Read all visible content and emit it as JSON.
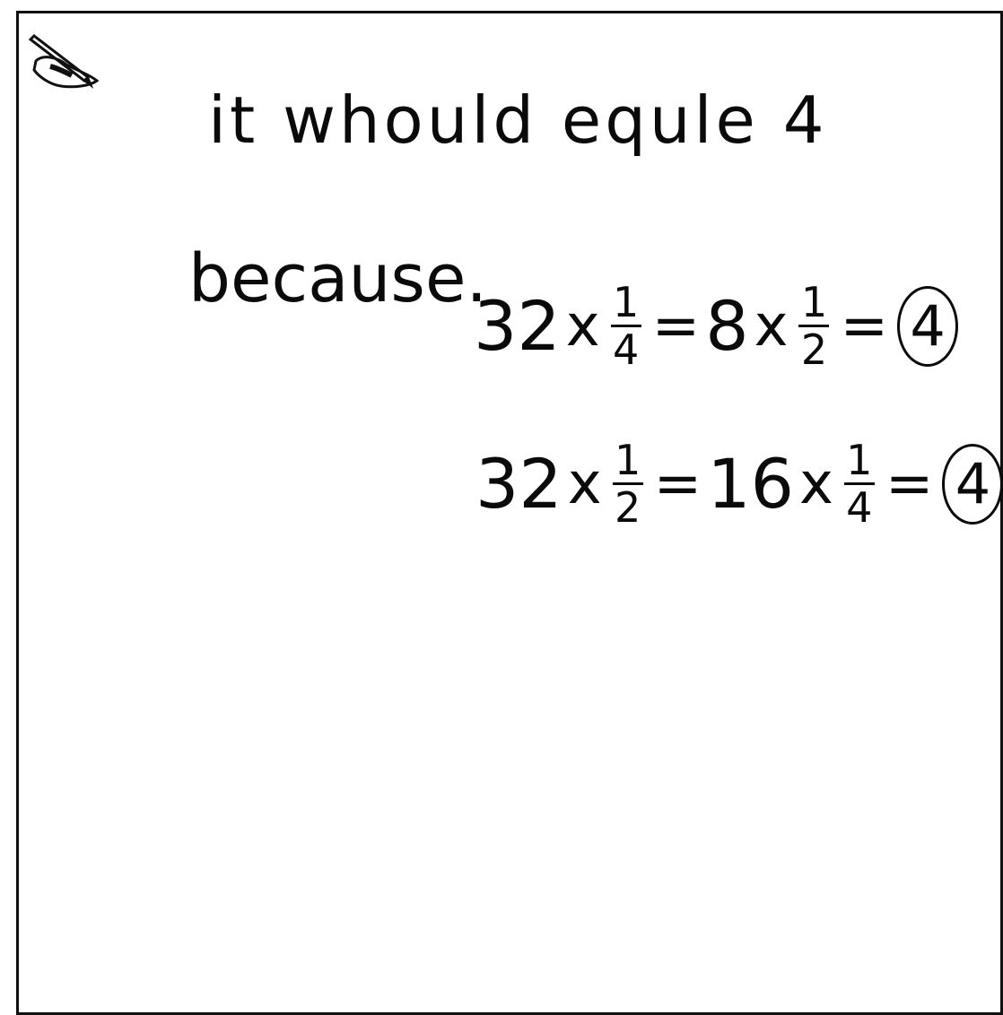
{
  "response": {
    "line1": "it whould equle 4",
    "line2_word": "because.",
    "equation1": {
      "factor": "32",
      "times1": "x",
      "frac1_num": "1",
      "frac1_den": "4",
      "equals1": "=",
      "mid": "8",
      "times2": "x",
      "frac2_num": "1",
      "frac2_den": "2",
      "equals2": "=",
      "result": "4"
    },
    "equation2": {
      "factor": "32",
      "times1": "x",
      "frac1_num": "1",
      "frac1_den": "2",
      "equals1": "=",
      "mid": "16",
      "times2": "x",
      "frac2_num": "1",
      "frac2_den": "4",
      "equals2": "=",
      "result": "4"
    }
  },
  "icons": {
    "corner": "pencil-hand-icon"
  }
}
